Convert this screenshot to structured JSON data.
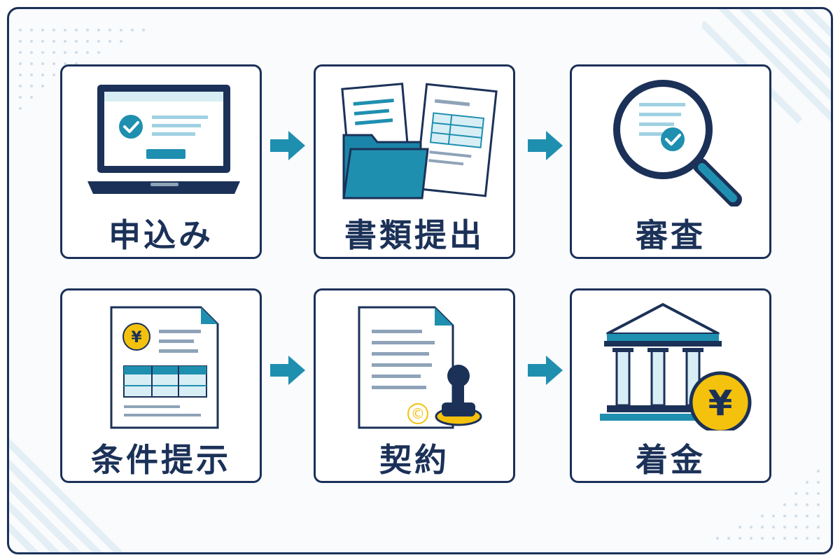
{
  "colors": {
    "navy": "#1b3158",
    "teal": "#1f8fb0",
    "light_teal": "#d8eef5",
    "gold": "#f4c20d",
    "gray": "#8fa3b8"
  },
  "steps": [
    {
      "label": "申込み",
      "icon": "laptop-check-icon"
    },
    {
      "label": "書類提出",
      "icon": "documents-folder-icon"
    },
    {
      "label": "審査",
      "icon": "magnifier-check-icon"
    },
    {
      "label": "条件提示",
      "icon": "yen-document-table-icon"
    },
    {
      "label": "契約",
      "icon": "contract-stamp-icon"
    },
    {
      "label": "着金",
      "icon": "bank-yen-icon"
    }
  ],
  "symbols": {
    "yen": "¥",
    "copyright": "©"
  }
}
